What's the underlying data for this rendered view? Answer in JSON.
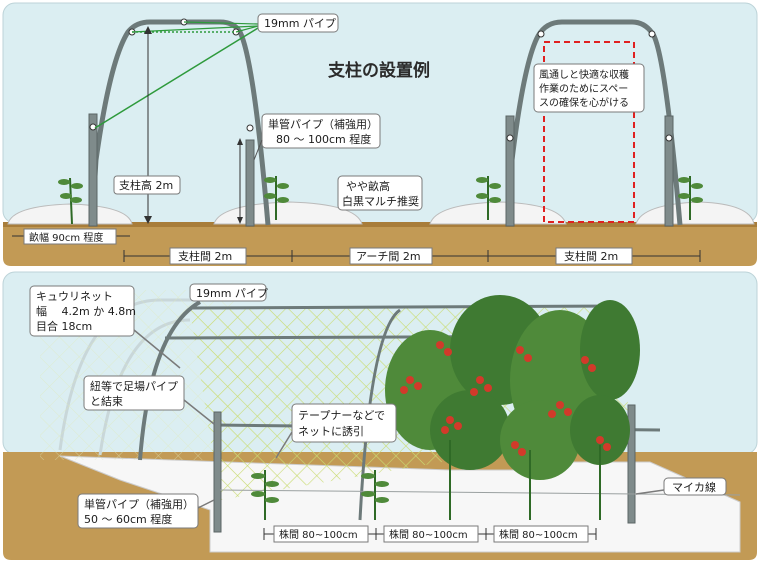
{
  "colors": {
    "sky": "#dbeef2",
    "soil": "#c29a55",
    "soil_dark": "#a87d3a",
    "mulch": "#f4f4f4",
    "pipe": "#6d7a7a",
    "net": "#c9dc72",
    "leaf": "#4f8a3a",
    "leaf_dark": "#2f6a26",
    "tomato": "#d23a2a",
    "accent_line": "#2e9a3c",
    "callout_border": "#7a7a7a",
    "red_dash": "#e02020"
  },
  "top_panel": {
    "title": "支柱の設置例",
    "pipe_19mm": "19mm パイプ",
    "single_pipe": {
      "line1": "単管パイプ（補強用）",
      "line2": "80 ～ 100cm 程度"
    },
    "post_height": "支柱高 2m",
    "ridge": {
      "line1": "やや畝高",
      "line2": "白黒マルチ推奨"
    },
    "ridge_width": "畝幅 90cm 程度",
    "space_note": {
      "line1": "風通しと快適な収穫",
      "line2": "作業のためにスペー",
      "line3": "スの確保を心がける"
    },
    "spacing": [
      "支柱間 2m",
      "アーチ間 2m",
      "支柱間 2m"
    ]
  },
  "bottom_panel": {
    "net": {
      "line1": "キュウリネット",
      "line2": "幅　 4.2m か 4.8m",
      "line3": "目合 18cm"
    },
    "pipe_19mm": "19mm パイプ",
    "tie_note": {
      "line1": "紐等で足場パイプ",
      "line2": "と結束"
    },
    "tape_note": {
      "line1": "テープナーなどで",
      "line2": "ネットに誘引"
    },
    "single_pipe": {
      "line1": "単管パイプ（補強用）",
      "line2": "50 ～ 60cm 程度"
    },
    "mica_line": "マイカ線",
    "plant_spacing": [
      "株間 80~100cm",
      "株間 80~100cm",
      "株間 80~100cm"
    ]
  }
}
